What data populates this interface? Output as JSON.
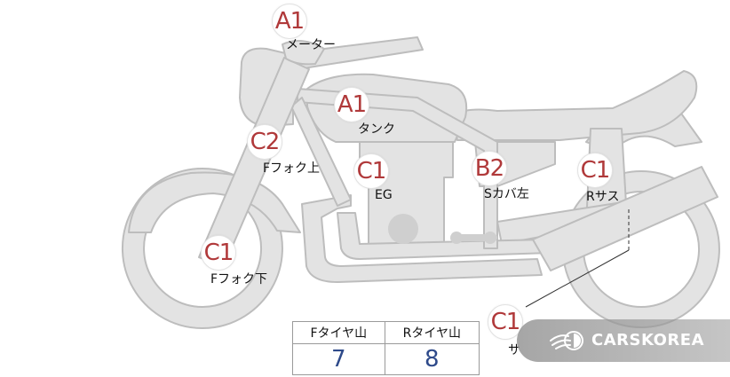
{
  "parts": [
    {
      "id": "meter",
      "grade": "A1",
      "label": "メーター"
    },
    {
      "id": "tank",
      "grade": "A1",
      "label": "タンク"
    },
    {
      "id": "f-fork-upper",
      "grade": "C2",
      "label": "Fフォク上"
    },
    {
      "id": "engine",
      "grade": "C1",
      "label": "EG"
    },
    {
      "id": "side-cover-left",
      "grade": "B2",
      "label": "Sカバ左"
    },
    {
      "id": "rear-suspension",
      "grade": "C1",
      "label": "Rサス"
    },
    {
      "id": "f-fork-lower",
      "grade": "C1",
      "label": "Fフォク下"
    },
    {
      "id": "muffler",
      "grade": "C1",
      "label": "サ"
    }
  ],
  "tread": {
    "front_label": "Fタイヤ山",
    "rear_label": "Rタイヤ山",
    "front_value": "7",
    "rear_value": "8"
  },
  "watermark": {
    "text": "CARSKOREA",
    "icon": "swirl-flame-icon"
  },
  "colors": {
    "grade_text": "#b0393a",
    "tread_value": "#2e4a8a",
    "bike_fill": "#e3e3e3",
    "bike_stroke": "#bdbdbd"
  }
}
